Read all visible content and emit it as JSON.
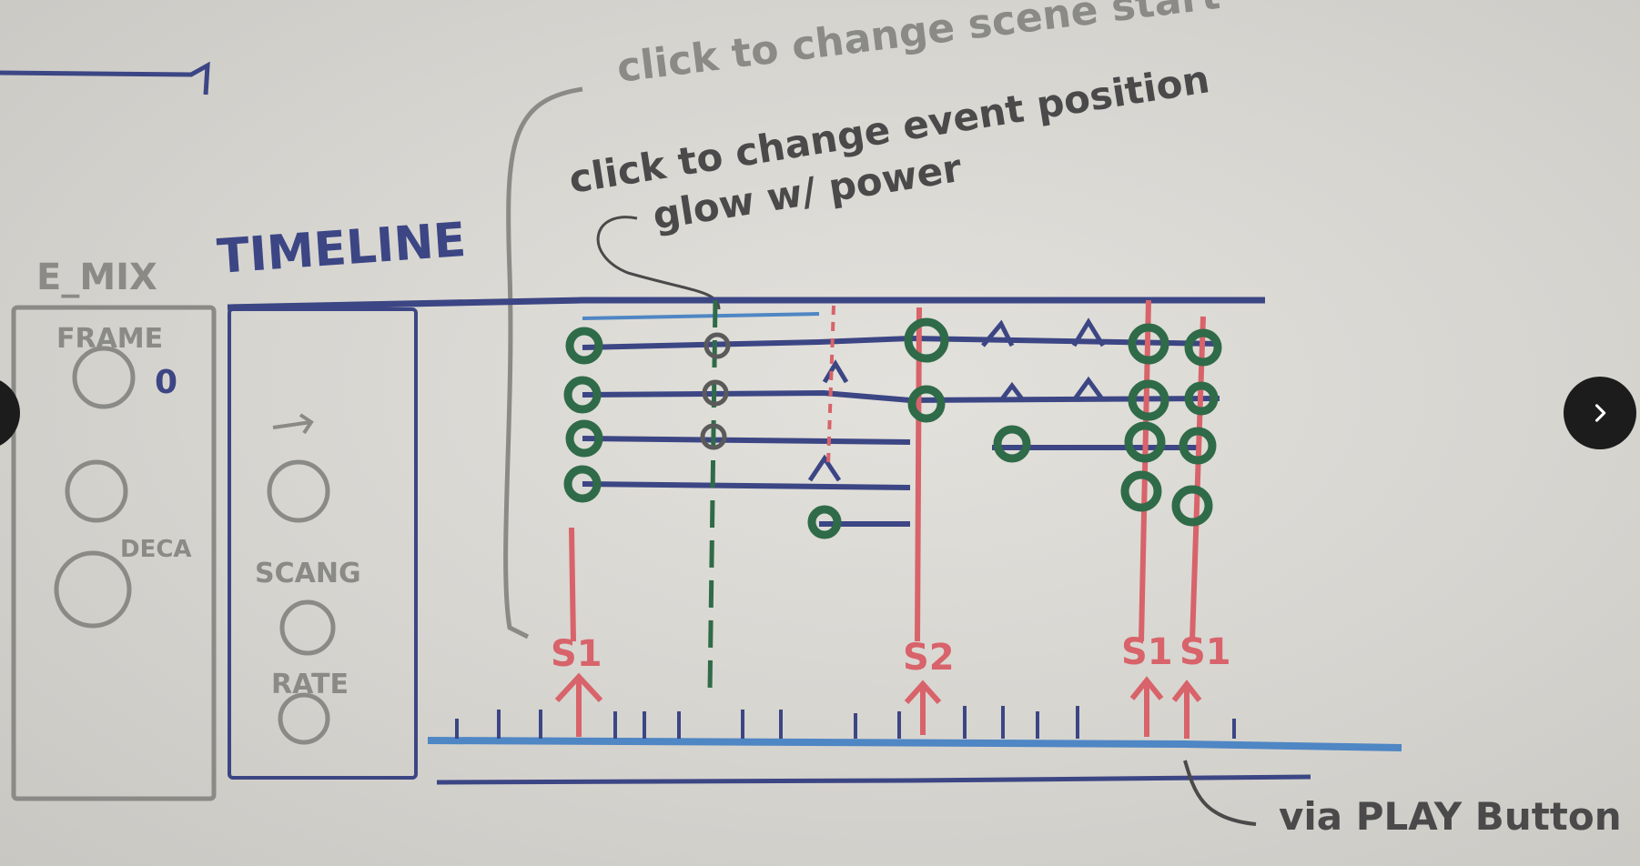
{
  "whiteboard": {
    "header_note": "click to change scene start",
    "event_note_line1": "click to change event position",
    "event_note_line2": "glow w/ power",
    "timeline_title": "TIMELINE",
    "left_title": "E_MIX",
    "panel_a": {
      "label_top": "FRAME",
      "value_top": "0",
      "label_bottom": "DECA"
    },
    "panel_b": {
      "label_mid": "SCANG",
      "label_bottom": "RATE"
    },
    "scene_markers": [
      "S1",
      "S2",
      "S1",
      "S1"
    ],
    "footer_note": "via PLAY Button"
  },
  "navigation": {
    "next_icon": "chevron-right-icon",
    "prev_icon": "chevron-left-icon"
  },
  "colors": {
    "board": "#d9d7d2",
    "marker_blue": "#3c4684",
    "marker_gray": "#8a8a86",
    "marker_red": "#d8636a",
    "marker_green": "#2f6b48",
    "marker_lightblue": "#4f86c4",
    "nav_bg": "#1c1c1c"
  }
}
